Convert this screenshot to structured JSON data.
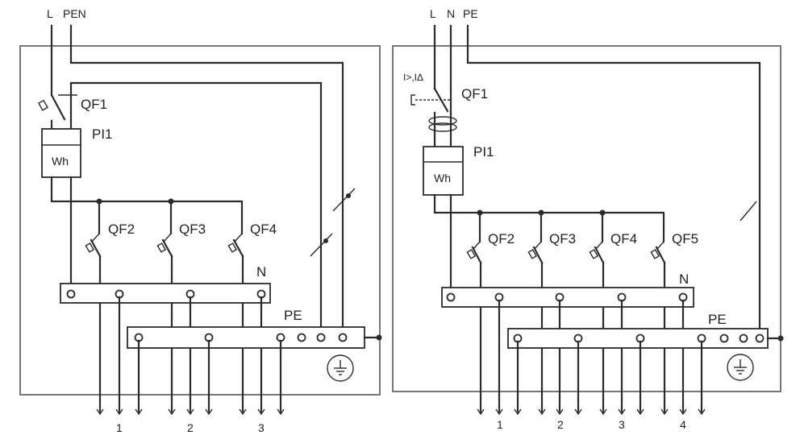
{
  "left_panel": {
    "inputs": [
      "L",
      "PEN"
    ],
    "main_breaker": "QF1",
    "meter": "PI1",
    "meter_symbol": "Wh",
    "branch_breakers": [
      "QF2",
      "QF3",
      "QF4"
    ],
    "n_bus": "N",
    "pe_bus": "PE",
    "outputs": [
      "1",
      "2",
      "3"
    ]
  },
  "right_panel": {
    "inputs": [
      "L",
      "N",
      "PE"
    ],
    "rcd_label": "I>,IΔ",
    "main_breaker": "QF1",
    "meter": "PI1",
    "meter_symbol": "Wh",
    "branch_breakers": [
      "QF2",
      "QF3",
      "QF4",
      "QF5"
    ],
    "n_bus": "N",
    "pe_bus": "PE",
    "outputs": [
      "1",
      "2",
      "3",
      "4"
    ]
  }
}
